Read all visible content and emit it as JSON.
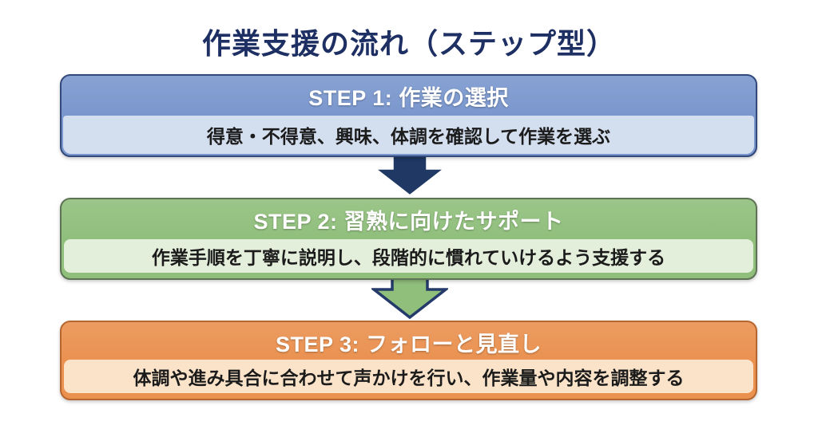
{
  "title": "作業支援の流れ（ステップ型）",
  "title_color": "#1D2F63",
  "steps": [
    {
      "header": "STEP 1: 作業の選択",
      "body": "得意・不得意、興味、体調を確認して作業を選ぶ",
      "colors": {
        "main": "#7A97CD",
        "light": "#D3DEEF",
        "border": "#33497B"
      }
    },
    {
      "header": "STEP 2: 習熟に向けたサポート",
      "body": "作業手順を丁寧に説明し、段階的に慣れていけるよう支援する",
      "colors": {
        "main": "#90BF7C",
        "light": "#E3EEDB",
        "border": "#5E7355"
      }
    },
    {
      "header": "STEP 3: フォローと見直し",
      "body": "体調や進み具合に合わせて声かけを行い、作業量や内容を調整する",
      "colors": {
        "main": "#EA9150",
        "light": "#FAE3C9",
        "border": "#B5672F"
      }
    }
  ],
  "arrows": [
    {
      "name": "arrow-step1-to-step2",
      "fill": "#1F3864",
      "stroke": "#FFFFFF"
    },
    {
      "name": "arrow-step2-to-step3",
      "fill": "#90BF7C",
      "stroke": "#243A6B"
    }
  ]
}
